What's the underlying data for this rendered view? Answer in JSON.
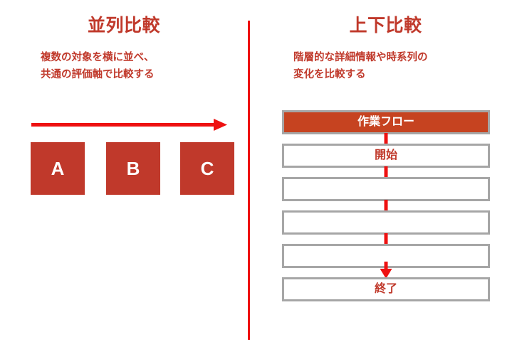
{
  "slide": {
    "background_color": "#ffffff",
    "accent_color": "#c0392b",
    "line_color": "#ee1111",
    "box_border_color": "#a6a6a6",
    "header_fill_color": "#c64320"
  },
  "divider": {
    "name": "vertical-red-divider"
  },
  "left_panel": {
    "title": "並列比較",
    "description": "複数の対象を横に並べ、\n共通の評価軸で比較する",
    "arrow": {
      "name": "horizontal-right-arrow",
      "direction": "right",
      "color": "#ee1111"
    },
    "items": [
      {
        "label": "A"
      },
      {
        "label": "B"
      },
      {
        "label": "C"
      }
    ]
  },
  "right_panel": {
    "title": "上下比較",
    "description": "階層的な詳細情報や時系列の\n変化を比較する",
    "flow": {
      "steps": [
        {
          "label": "作業フロー",
          "style": "header"
        },
        {
          "label": "開始",
          "style": "plain"
        },
        {
          "label": "",
          "style": "plain"
        },
        {
          "label": "",
          "style": "plain"
        },
        {
          "label": "",
          "style": "plain"
        },
        {
          "label": "終了",
          "style": "plain"
        }
      ],
      "connectors": [
        {
          "type": "line"
        },
        {
          "type": "line"
        },
        {
          "type": "line"
        },
        {
          "type": "line"
        },
        {
          "type": "arrow",
          "direction": "down"
        }
      ]
    }
  }
}
